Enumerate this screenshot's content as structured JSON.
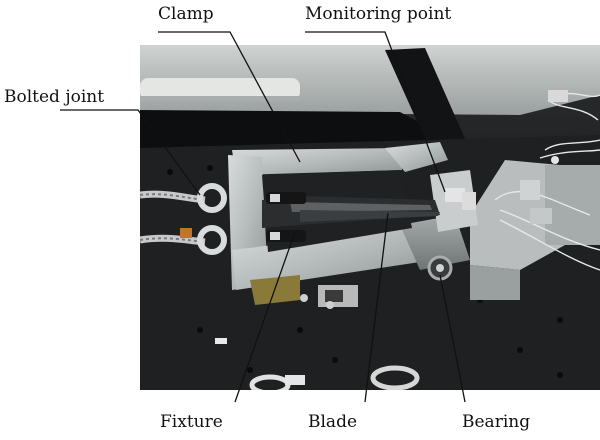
{
  "figure": {
    "labels": {
      "clamp": "Clamp",
      "monitoring_point": "Monitoring point",
      "bolted_joint": "Bolted joint",
      "fixture": "Fixture",
      "blade": "Blade",
      "bearing": "Bearing"
    }
  }
}
